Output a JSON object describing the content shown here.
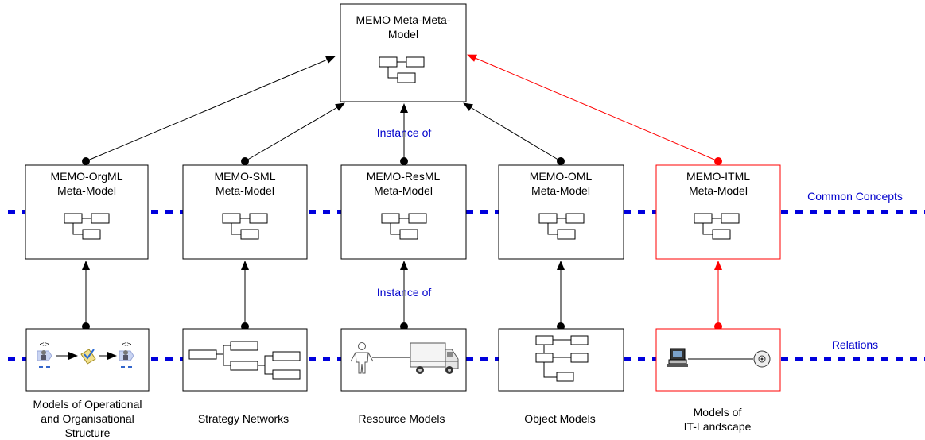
{
  "top_model": {
    "line1": "MEMO Meta-Meta-",
    "line2": "Model"
  },
  "meta_models": [
    {
      "line1": "MEMO-OrgML",
      "line2": "Meta-Model",
      "highlight": false
    },
    {
      "line1": "MEMO-SML",
      "line2": "Meta-Model",
      "highlight": false
    },
    {
      "line1": "MEMO-ResML",
      "line2": "Meta-Model",
      "highlight": false
    },
    {
      "line1": "MEMO-OML",
      "line2": "Meta-Model",
      "highlight": false
    },
    {
      "line1": "MEMO-ITML",
      "line2": "Meta-Model",
      "highlight": true
    }
  ],
  "instance_labels": {
    "upper": "Instance of",
    "lower": "Instance of"
  },
  "dotted_lines": {
    "upper": "Common Concepts",
    "lower": "Relations"
  },
  "model_captions": [
    {
      "lines": [
        "Models of Operational",
        "and Organisational",
        "Structure"
      ]
    },
    {
      "lines": [
        "Strategy Networks"
      ]
    },
    {
      "lines": [
        "Resource Models"
      ]
    },
    {
      "lines": [
        "Object Models"
      ]
    },
    {
      "lines": [
        "Models of",
        "IT-Landscape"
      ]
    }
  ],
  "colors": {
    "default": "#000000",
    "highlight": "#ff0000",
    "dotted": "#0000dd",
    "label": "#0000cc"
  }
}
